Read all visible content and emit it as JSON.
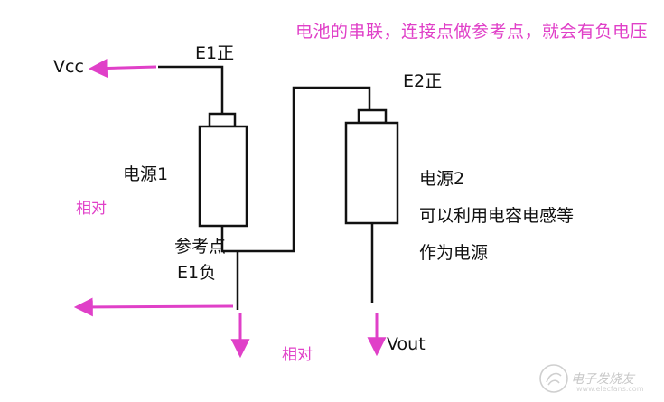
{
  "note": "电池的串联，连接点做参考点，就会有负电压",
  "labels": {
    "vcc": "Vcc",
    "e1_positive": "E1正",
    "e2_positive": "E2正",
    "source1": "电源1",
    "source2": "电源2",
    "source2_note1": "可以利用电容电感等",
    "source2_note2": "作为电源",
    "ref_point": "参考点",
    "e1_negative": "E1负",
    "relative_left": "相对",
    "relative_bottom": "相对",
    "vout": "Vout"
  },
  "watermark": {
    "text": "电子发烧友",
    "url": "www.elecfans.com"
  },
  "colors": {
    "wire": "#111111",
    "arrow": "#e040c8",
    "annotation": "#e040c8"
  }
}
